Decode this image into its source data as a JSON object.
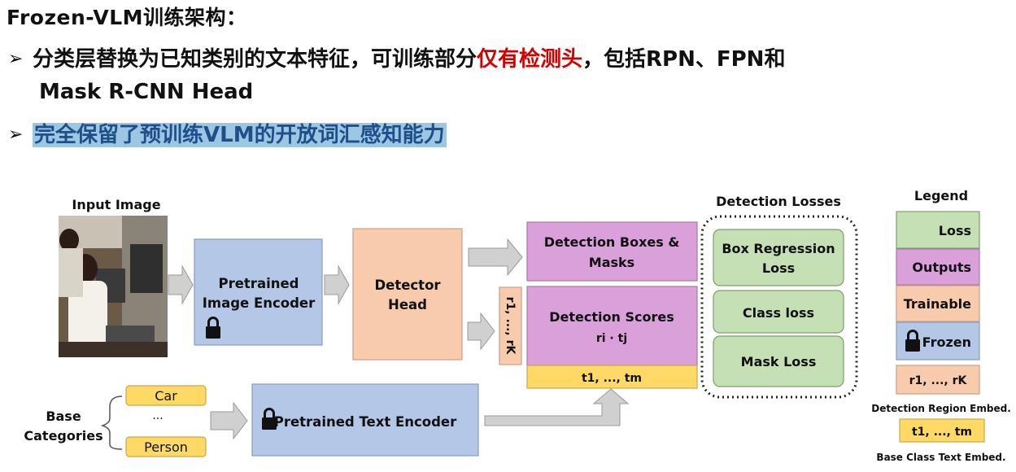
{
  "header": {
    "title": "Frozen-VLM训练架构：",
    "bullet1_pre": "分类层替换为已知类别的文本特征，可训练部分",
    "bullet1_red": "仅有检测头",
    "bullet1_post": "，包括RPN、FPN和",
    "bullet1_line2": "Mask R-CNN Head",
    "bullet2": "完全保留了预训练VLM的开放词汇感知能力"
  },
  "diagram": {
    "input_image_label": "Input Image",
    "image_encoder_line1": "Pretrained",
    "image_encoder_line2": "Image Encoder",
    "detector_head_line1": "Detector",
    "detector_head_line2": "Head",
    "region_embed_vertical": "r1, ..., rK",
    "boxes_masks_line1": "Detection Boxes &",
    "boxes_masks_line2": "Masks",
    "scores_title": "Detection Scores",
    "scores_formula": "ri · tj",
    "text_embed_bar": "t1, ..., tm",
    "losses_title": "Detection Losses",
    "loss_box_line1": "Box Regression",
    "loss_box_line2": "Loss",
    "loss_class": "Class loss",
    "loss_mask": "Mask Loss",
    "base_categories_line1": "Base",
    "base_categories_line2": "Categories",
    "category_car": "Car",
    "category_dots": "...",
    "category_person": "Person",
    "text_encoder": "Pretrained Text Encoder"
  },
  "legend": {
    "title": "Legend",
    "loss": "Loss",
    "outputs": "Outputs",
    "trainable": "Trainable",
    "frozen": "Frozen",
    "region_embed": "r1, ..., rK",
    "region_embed_caption": "Detection Region Embed.",
    "text_embed": "t1, ..., tm",
    "text_embed_caption": "Base Class Text Embed."
  },
  "colors": {
    "encoder_blue": "#b4c7e7",
    "trainable_orange": "#f8cbad",
    "outputs_purple": "#d9a0d9",
    "loss_green": "#c5e0b4",
    "embed_yellow": "#ffd966",
    "arrow_gray": "#d0d0d0",
    "highlight_blue": "#9cc6e2",
    "emphasis_red": "#d40000"
  },
  "icons": [
    "lock-icon",
    "photo-classroom-children"
  ]
}
